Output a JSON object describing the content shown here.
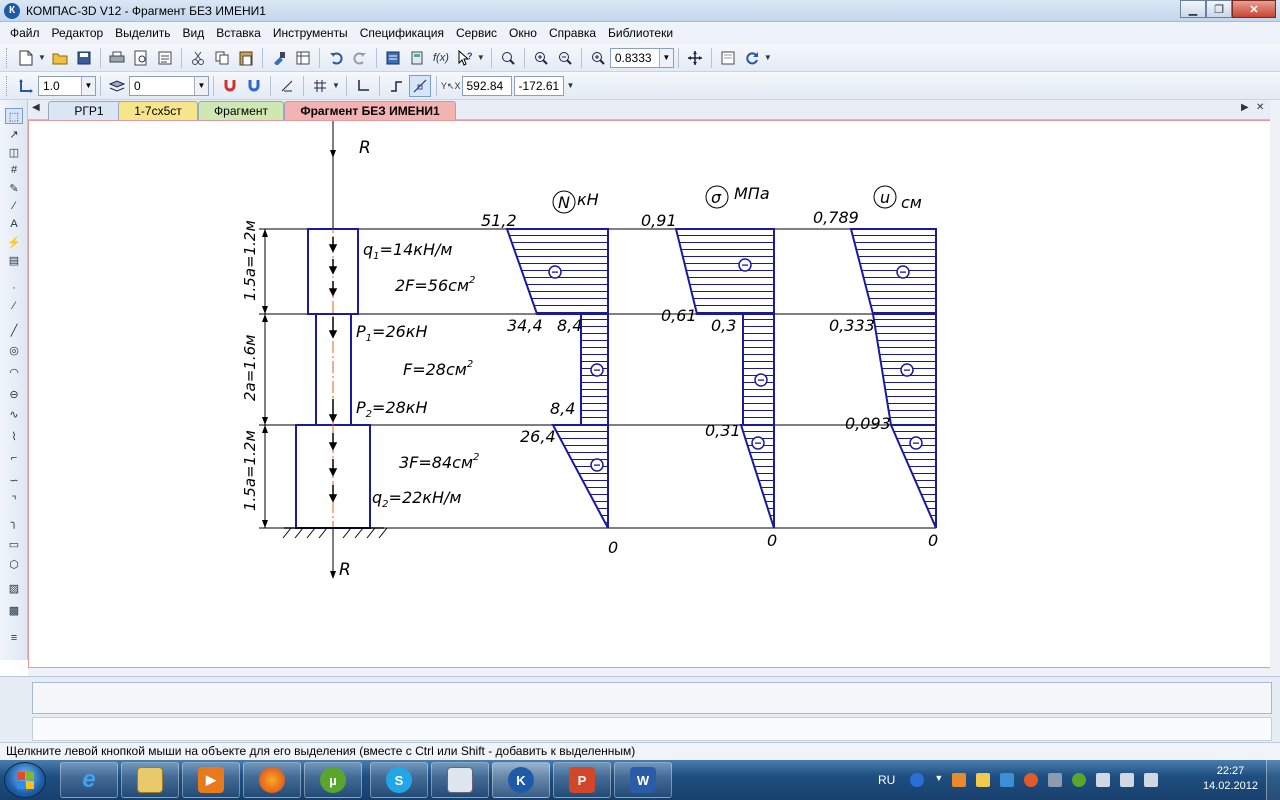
{
  "window": {
    "title": "КОМПАС-3D V12 - Фрагмент БЕЗ ИМЕНИ1",
    "logo": "К",
    "minimize": "▁",
    "restore": "❐",
    "close": "✕"
  },
  "menu": {
    "file": "Файл",
    "edit": "Редактор",
    "select": "Выделить",
    "view": "Вид",
    "insert": "Вставка",
    "tools": "Инструменты",
    "spec": "Спецификация",
    "service": "Сервис",
    "window": "Окно",
    "help": "Справка",
    "libraries": "Библиотеки"
  },
  "toolbar": {
    "zoom_value": "0.8333",
    "fx_label": "f(x)",
    "line_scale": "1.0",
    "layer": "0",
    "coord_x": "592.84",
    "coord_y": "-172.61"
  },
  "tabs": [
    {
      "label": "РГР1",
      "color": "#dbe6f4"
    },
    {
      "label": "1-7сх5ст",
      "color": "#f6e58a"
    },
    {
      "label": "Фрагмент",
      "color": "#cfe7b2"
    },
    {
      "label": "Фрагмент БЕЗ ИМЕНИ1",
      "color": "#f4b3b3"
    }
  ],
  "drawing": {
    "reaction_top": "R",
    "reaction_bottom": "R",
    "seg1_len": "1.5a=1.2м",
    "seg2_len": "2a=1.6м",
    "seg3_len": "1.5a=1.2м",
    "q1": "q",
    "q1_sub": "1",
    "q1_val": "=14кН/м",
    "area1": "2F=56см",
    "area_sup": "2",
    "p1": "P",
    "p1_sub": "1",
    "p1_val": "=26кН",
    "area2": "F=28см",
    "p2": "P",
    "p2_sub": "2",
    "p2_val": "=28кН",
    "area3": "3F=84см",
    "q2": "q",
    "q2_sub": "2",
    "q2_val": "=22кН/м",
    "n_symbol": "N",
    "n_unit": "кН",
    "sigma_symbol": "σ",
    "sigma_unit": "МПа",
    "u_symbol": "u",
    "u_unit": "см",
    "sign": "−",
    "n_values": [
      "51,2",
      "34,4",
      "8,4",
      "8,4",
      "26,4",
      "0"
    ],
    "sigma_values": [
      "0,91",
      "0,61",
      "0,3",
      "0,31",
      "0"
    ],
    "u_values": [
      "0,789",
      "0,333",
      "0,093",
      "0"
    ]
  },
  "status": {
    "hint": "Щелкните левой кнопкой мыши на объекте для его выделения (вместе с Ctrl или Shift - добавить к выделенным)"
  },
  "taskbar": {
    "lang": "RU",
    "time": "22:27",
    "date": "14.02.2012"
  }
}
